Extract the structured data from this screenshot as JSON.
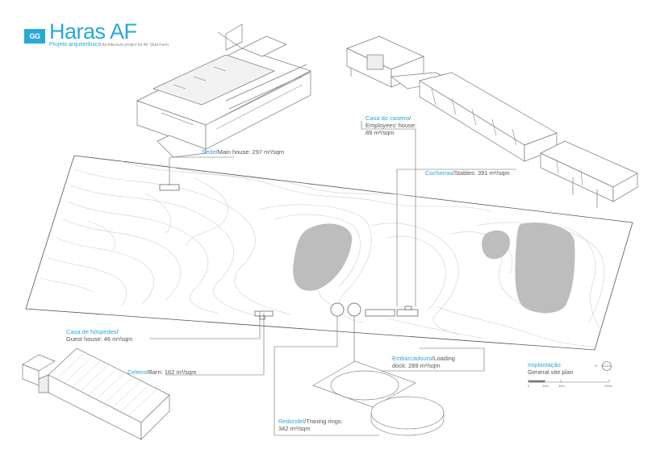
{
  "brand": {
    "logo_text": "GG",
    "title": "Haras AF",
    "subtitle_pt": "Projeto arquitetônico",
    "subtitle_en": "Architecture project for AF Stud Farm"
  },
  "labels": {
    "sede": {
      "pt": "Sede",
      "en": "/Main house: 297 m²/sqm"
    },
    "casa_caseiro": {
      "pt": "Casa do caseiro",
      "en1": "/",
      "en2": "Employees' house:",
      "en3": "89 m²/sqm"
    },
    "cocheiras": {
      "pt": "Cocheiras",
      "en": "/Stables: 391 m²/sqm"
    },
    "casa_hospedes": {
      "pt": "Casa de hóspedes",
      "en1": "/",
      "en2": "Guest house: 46 m²/sqm"
    },
    "celeiro": {
      "pt": "Celeiro",
      "en": "/Barn: 162 m²/sqm"
    },
    "embarcadouro": {
      "pt": "Embarcadouro",
      "en1": "/Loading",
      "en2": "dock: 289 m²/sqm"
    },
    "redondel": {
      "pt": "Redondel",
      "en1": "/Traning rings:",
      "en2": "342 m²/sqm"
    },
    "implantacao": {
      "pt": "Implantação",
      "en": "General site plan"
    }
  },
  "scale": {
    "north": "N",
    "ticks": [
      "0",
      "20m",
      "40m",
      "100m"
    ]
  },
  "colors": {
    "accent": "#29a8d8",
    "line": "#666666",
    "contour": "#cfcfcf",
    "pond": "#bdbdbd"
  }
}
